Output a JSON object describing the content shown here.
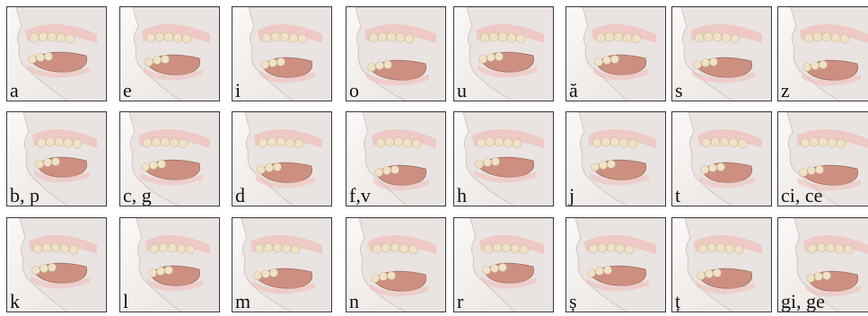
{
  "rows": [
    {
      "tiles": [
        {
          "label": "a"
        },
        {
          "label": "e"
        },
        {
          "label": "i"
        },
        {
          "label": "o"
        },
        {
          "label": "u"
        },
        {
          "label": "ă"
        },
        {
          "label": "s"
        },
        {
          "label": "z"
        }
      ]
    },
    {
      "tiles": [
        {
          "label": "b, p"
        },
        {
          "label": "c, g"
        },
        {
          "label": "d"
        },
        {
          "label": "f,v"
        },
        {
          "label": "h"
        },
        {
          "label": "j"
        },
        {
          "label": "t"
        },
        {
          "label": "ci, ce"
        }
      ]
    },
    {
      "tiles": [
        {
          "label": "k"
        },
        {
          "label": "l"
        },
        {
          "label": "m"
        },
        {
          "label": "n"
        },
        {
          "label": "r"
        },
        {
          "label": "ș"
        },
        {
          "label": "ț"
        },
        {
          "label": "gi, ge"
        }
      ]
    }
  ],
  "colors": {
    "skin": "#e9e4e2",
    "gum": "#f2b7b4",
    "tongue": "#c9826f",
    "tooth": "#efe2c8",
    "border": "#3a3a3a"
  }
}
